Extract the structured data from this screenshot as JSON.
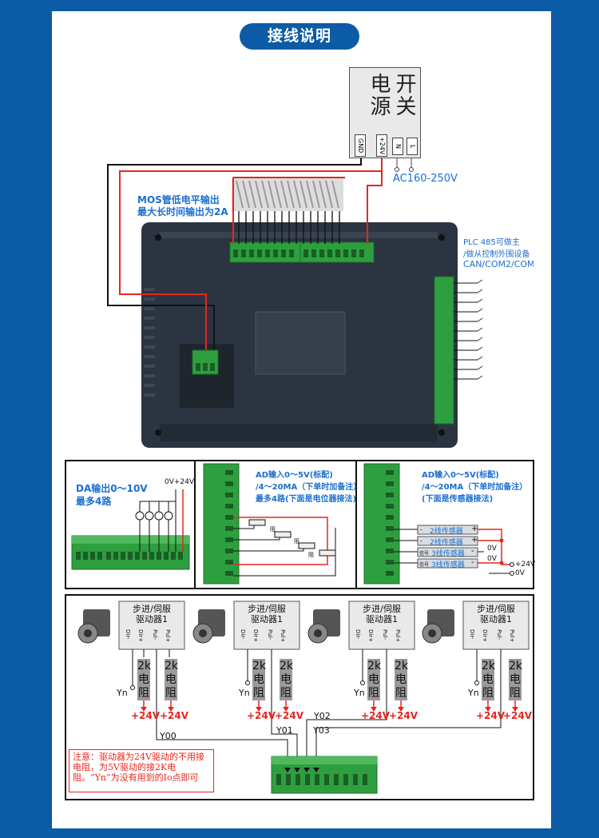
{
  "header": {
    "title": "接线说明"
  },
  "psu": {
    "label_line1": "开关",
    "label_line2": "电源",
    "pin_gnd": "GND",
    "pin_24v": "+24V",
    "pin_n": "N",
    "pin_l": "L",
    "ac_label": "AC160-250V"
  },
  "annotations": {
    "mos_line1": "MOS管低电平输出",
    "mos_line2": "最大长时间输出为2A",
    "plc_line1": "PLC 485可做主",
    "plc_line2": "/做从控制外围设备",
    "plc_line3": "CAN/COM2/COM3"
  },
  "da_panel": {
    "line1": "DA输出0～10V",
    "line2": "最多4路",
    "supply_label": "0V+24V"
  },
  "ad_panel_left": {
    "line1": "AD输入0～5V(标配)",
    "line2": "/4～20MA（下单时加备注）",
    "line3": "最多4路(下面是电位器接法)",
    "pot_label": "阻"
  },
  "ad_panel_right": {
    "line1": "AD输入0～5V(标配)",
    "line2": "/4～20MA（下单时加备注）",
    "line3": "(下面是传感器接法)",
    "sensors": [
      {
        "prefix": "-",
        "label": "2线传感器",
        "suffix": "+"
      },
      {
        "prefix": "-",
        "label": "2线传感器",
        "suffix": "+"
      },
      {
        "prefix": "信号",
        "label": "3线传感器",
        "suffix": "-"
      },
      {
        "prefix": "信号",
        "label": "3线传感器",
        "suffix": "-"
      }
    ],
    "zero_v_1": "0V",
    "zero_v_2": "0V",
    "plus24v": "+24V",
    "zero_v_3": "0V"
  },
  "drivers": {
    "title_line1": "步进/伺服",
    "title_line2": "驱动器1",
    "terminals": [
      "Dir-",
      "Dir+",
      "Pul-",
      "Pul+"
    ],
    "resistor_text": [
      "2k",
      "电",
      "阻"
    ],
    "yn": "Yn",
    "plus24v": "+24V"
  },
  "outputs": {
    "y00": "Y00",
    "y01": "Y01",
    "y02": "Y02",
    "y03": "Y03"
  },
  "note": {
    "text": "注意：驱动器为24V驱动的不用接电阻，为5V驱动的接2K电阻。“Yn”为没有用到的Io点即可"
  },
  "colors": {
    "background": "#0b5ba6",
    "accent_red": "#e8251f",
    "accent_blue": "#1b6fd1",
    "terminal_green": "#2e9f3f",
    "device_body": "#2b3440"
  }
}
